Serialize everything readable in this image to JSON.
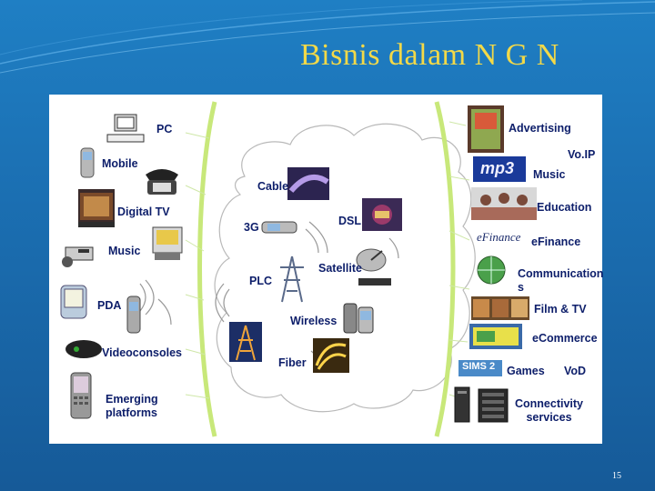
{
  "slide": {
    "title": "Bisnis dalam N G N",
    "page_number": "15"
  },
  "devices": [
    {
      "label": "PC"
    },
    {
      "label": "Mobile"
    },
    {
      "label": "Digital TV"
    },
    {
      "label": "Music"
    },
    {
      "label": "PDA"
    },
    {
      "label": "Videoconsoles"
    },
    {
      "label": "Emerging\nplatforms"
    }
  ],
  "networks": [
    {
      "label": "Cable"
    },
    {
      "label": "3G"
    },
    {
      "label": "DSL"
    },
    {
      "label": "PLC"
    },
    {
      "label": "Satellite"
    },
    {
      "label": "Wireless"
    },
    {
      "label": "Fiber"
    }
  ],
  "services": [
    {
      "label": "Advertising"
    },
    {
      "label": "Vo.IP"
    },
    {
      "label": "Music"
    },
    {
      "label": "Education"
    },
    {
      "label": "eFinance"
    },
    {
      "label": "Communication\ns"
    },
    {
      "label": "Film & TV"
    },
    {
      "label": "eCommerce"
    },
    {
      "label": "Games"
    },
    {
      "label": "VoD"
    },
    {
      "label": "Connectivity\nservices"
    }
  ],
  "image_text": {
    "mp3": "mp3",
    "efinance_logo": "eFinance",
    "sims2": "SIMS 2"
  },
  "colors": {
    "background": "#1b6fb2",
    "title": "#f3d948",
    "label": "#0d1e6a",
    "bracket": "#c8e87a"
  }
}
